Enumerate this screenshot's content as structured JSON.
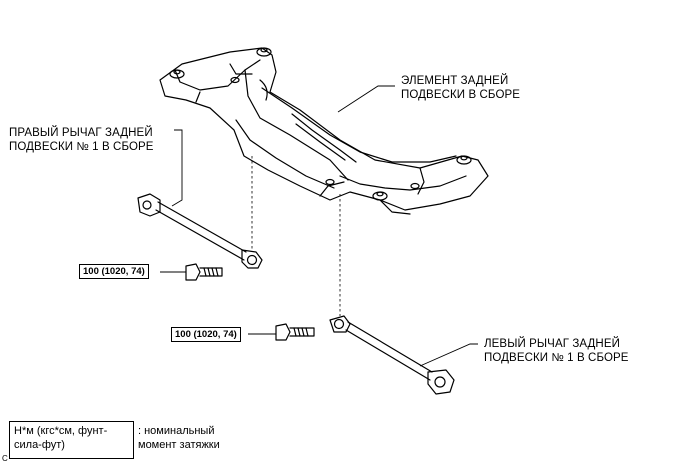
{
  "labels": {
    "rear_member": [
      "ЭЛЕМЕНТ ЗАДНЕЙ",
      "ПОДВЕСКИ В СБОРЕ"
    ],
    "right_arm": [
      "ПРАВЫЙ РЫЧАГ ЗАДНЕЙ",
      "ПОДВЕСКИ № 1 В СБОРЕ"
    ],
    "left_arm": [
      "ЛЕВЫЙ РЫЧАГ ЗАДНЕЙ",
      "ПОДВЕСКИ № 1 В СБОРЕ"
    ]
  },
  "torque": {
    "upper": "100 (1020, 74)",
    "lower": "100 (1020, 74)"
  },
  "legend": {
    "units": [
      "Н*м (кгс*см, фунт-",
      "сила-фут)"
    ],
    "description": [
      ": номинальный",
      "момент затяжки"
    ]
  },
  "corner_mark": "C"
}
